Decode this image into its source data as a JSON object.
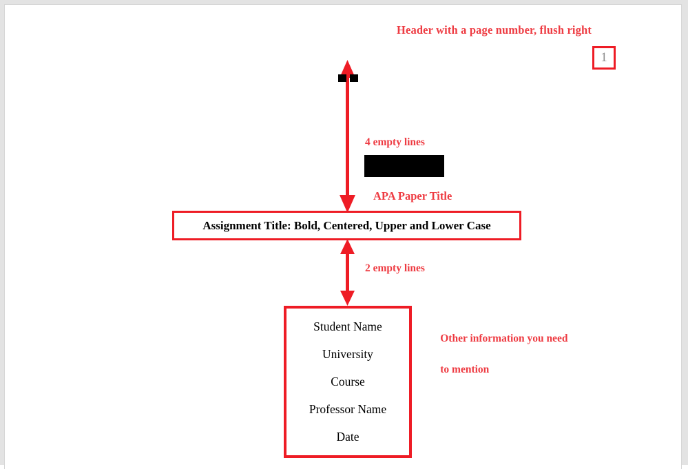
{
  "document": {
    "type": "apa-title-page-diagram",
    "accent_red": "#ee1c25",
    "annotation_red": "#ee3b42",
    "page_background": "#ffffff",
    "canvas_background": "#e3e3e3"
  },
  "header": {
    "note": "Header with a page number, flush right",
    "page_number": "1"
  },
  "annotations": {
    "four_empty_lines": "4 empty lines",
    "apa_paper_title": "APA Paper Title",
    "two_empty_lines": "2 empty lines",
    "other_information_line1": "Other information you need",
    "other_information_line2": "to mention"
  },
  "title_block": {
    "text": "Assignment Title: Bold, Centered, Upper and Lower Case"
  },
  "info_block": {
    "lines": [
      "Student Name",
      "University",
      "Course",
      "Professor Name",
      "Date"
    ]
  },
  "redaction": {
    "label": ""
  }
}
